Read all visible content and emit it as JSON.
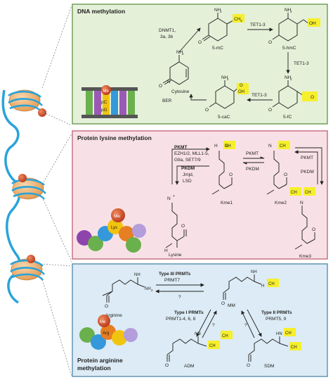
{
  "panels": {
    "dna": {
      "title": "DNA methylation",
      "colors": {
        "fill": "#e4f0d8",
        "border": "#6a9a4e"
      }
    },
    "lysine": {
      "title": "Protein lysine methylation",
      "colors": {
        "fill": "#f8e1e6",
        "border": "#c46a7e"
      }
    },
    "arginine": {
      "title_line1": "Protein arginine",
      "title_line2": "methylation",
      "colors": {
        "fill": "#dcebf5",
        "border": "#5a8db0"
      }
    }
  },
  "dna": {
    "enzymes_dnmt_1": "DNMT1,",
    "enzymes_dnmt_2": "3a, 3b",
    "tet_1": "TET1-3",
    "tet_2": "TET1-3",
    "tet_3": "TET1-3",
    "ber": "BER",
    "cytosine": "Cytosine",
    "m5c": "5-mC",
    "hm5c": "5-hmC",
    "f5c": "5-fC",
    "ca5c": "5-caC",
    "nh2": "NH",
    "sub2": "2",
    "ch3": "CH",
    "sub3": "3",
    "n": "N",
    "o": "O",
    "oh": "OH",
    "me": "Me",
    "pc": "pC",
    "pg": "pG"
  },
  "lysine": {
    "pkmt_bold": "PKMT",
    "pkmt_list_1": "EZH1/2, MLL1-5,",
    "pkmt_list_2": "G9a, SET7/9",
    "pkdm_bold": "PKDM",
    "pkdm_list_1": "Jmjd,",
    "pkdm_list_2": "LSD",
    "pkmt_2": "PKMT",
    "pkdm_2": "PKDM",
    "pkmt_3": "PKMT",
    "pkdm_3": "PKDM",
    "lysine": "Lysine",
    "kme1": "Kme1",
    "kme2": "Kme2",
    "kme3": "Kme3",
    "lys": "Lys",
    "me": "Me",
    "h": "H",
    "n": "N",
    "o": "O",
    "plus": "+"
  },
  "arginine": {
    "type3": "Type III PRMTs",
    "prmt7": "PRMT7",
    "q1": "?",
    "q2": "?",
    "q3": "?",
    "type1": "Type I PRMTs",
    "prmt1": "PRMT1-4, 6, 8",
    "type2": "Type II PRMTs",
    "prmt2": "PRMT5, 9",
    "arginine": "Arginine",
    "mm": "MM",
    "adm": "ADM",
    "sdm": "SDM",
    "arg": "Arg",
    "me": "Me",
    "nh2": "NH",
    "nh": "NH",
    "hn": "HN",
    "h": "H",
    "n": "N",
    "o": "O",
    "ch3": "CH",
    "sub2": "2",
    "sub3": "3"
  },
  "colors": {
    "dna_strand": "#2aa3d9",
    "histone": "#f2b77a",
    "highlight": "#f6ef2c",
    "methyl_ball": "#d9532a",
    "bond": "#2b2b2b"
  }
}
